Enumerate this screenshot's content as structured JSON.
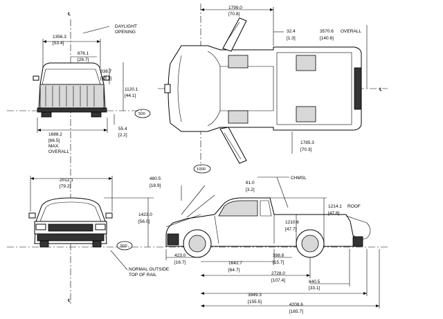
{
  "front_view": {
    "dim_width_mm": "1356.3",
    "dim_width_in": "[53.4]",
    "dim_inner_mm": "876.1",
    "dim_inner_in": "[26.7]",
    "dim_opening_mm": "338.7",
    "dim_opening_in": "[13.3]",
    "dim_height_mm": "1120.1",
    "dim_height_in": "[44.1]",
    "daylight_label_1": "DAYLIGHT",
    "daylight_label_2": "OPENING",
    "scale_callout": "500",
    "dim_ground_mm": "55.4",
    "dim_ground_in": "[2.2]",
    "dim_overall_mm": "1688.2",
    "dim_overall_in": "[66.5]",
    "overall_label_1": "MAX.",
    "overall_label_2": "OVERALL",
    "centerline_symbol": "℄"
  },
  "plan_view": {
    "dim_cab_mm": "1799.0",
    "dim_cab_in": "[70.8]",
    "dim_offset_mm": "32.4",
    "dim_offset_in": "[1.3]",
    "dim_overall_mm": "3570.6",
    "dim_overall_in": "[140.6]",
    "overall_label": "OVERALL",
    "dim_door_mm": "1785.3",
    "dim_door_in": "[70.3]",
    "centerline_symbol": "℄"
  },
  "rear_view": {
    "dim_width_mm": "2012.1",
    "dim_width_in": "[79.2]",
    "dim_height_mm": "1423.0",
    "dim_height_in": "[56.0]",
    "scale_callout": "500",
    "note_1": "NORMAL OUTSIDE",
    "note_2": "TOP OF RAIL",
    "centerline_symbol": "℄"
  },
  "side_view": {
    "scale_callout": "1000",
    "dim_hood_mm": "480.5",
    "dim_hood_in": "[18.9]",
    "dim_chmsl_mm": "81.0",
    "dim_chmsl_in": "[3.2]",
    "chmsl_label": "CHMSL",
    "dim_roof_mm": "1214.1",
    "roof_label": "ROOF",
    "dim_roof_in": "[47.8]",
    "dim_box_mm": "1210.6",
    "dim_box_in": "[47.7]",
    "dim_front_oh_mm": "423.0",
    "dim_front_oh_in": "[16.7]",
    "dim_cab_mm": "1642.7",
    "dim_cab_in": "[64.7]",
    "dim_gap_mm": "398.8",
    "dim_gap_in": "[15.7]",
    "dim_wheelbase_mm": "2728.0",
    "dim_wheelbase_in": "[107.4]",
    "dim_rear_oh_mm": "840.5",
    "dim_rear_oh_in": "[33.1]",
    "dim_length_mm": "3949.3",
    "dim_length_in": "[155.5]",
    "dim_overall_mm": "4208.6",
    "dim_overall_in": "[165.7]"
  }
}
